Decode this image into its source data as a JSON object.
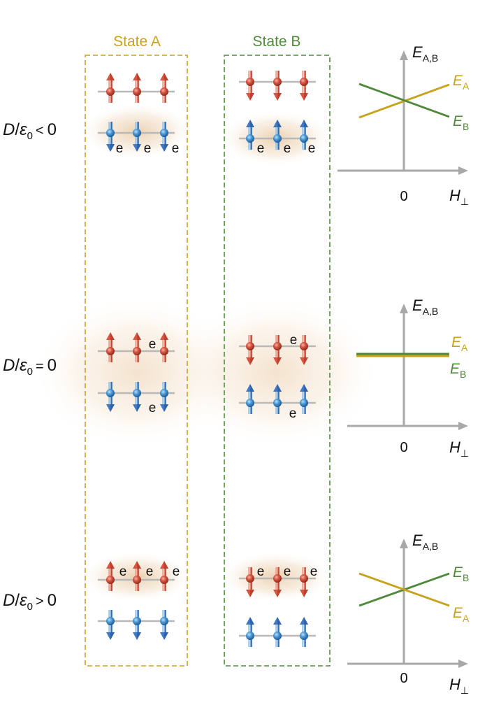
{
  "colors": {
    "state_a": "#c9a21c",
    "state_b": "#4f8a3a",
    "spin_up_red": "#d9543f",
    "spin_down_blue": "#3f78c4",
    "axis_gray": "#a8a8a8",
    "text": "#111111",
    "glow": "#e7c7a0"
  },
  "headers": {
    "state_a": "State A",
    "state_b": "State B"
  },
  "rows": [
    {
      "condition": {
        "d": "D",
        "eps": "ε",
        "eps_sub": "0",
        "rel": "<",
        "val": "0"
      }
    },
    {
      "condition": {
        "d": "D",
        "eps": "ε",
        "eps_sub": "0",
        "rel": "=",
        "val": "0"
      }
    },
    {
      "condition": {
        "d": "D",
        "eps": "ε",
        "eps_sub": "0",
        "rel": ">",
        "val": "0"
      }
    }
  ],
  "electron": "e",
  "plots": [
    {
      "y_label": "E",
      "y_sub": "A,B",
      "x_label": "H",
      "x_sub": "⊥",
      "origin": "0",
      "line1": "E",
      "line1_sub": "A",
      "line2": "E",
      "line2_sub": "B"
    },
    {
      "y_label": "E",
      "y_sub": "A,B",
      "x_label": "H",
      "x_sub": "⊥",
      "origin": "0",
      "line1": "E",
      "line1_sub": "A",
      "line2": "E",
      "line2_sub": "B"
    },
    {
      "y_label": "E",
      "y_sub": "A,B",
      "x_label": "H",
      "x_sub": "⊥",
      "origin": "0",
      "line1": "E",
      "line1_sub": "B",
      "line2": "E",
      "line2_sub": "A"
    }
  ]
}
